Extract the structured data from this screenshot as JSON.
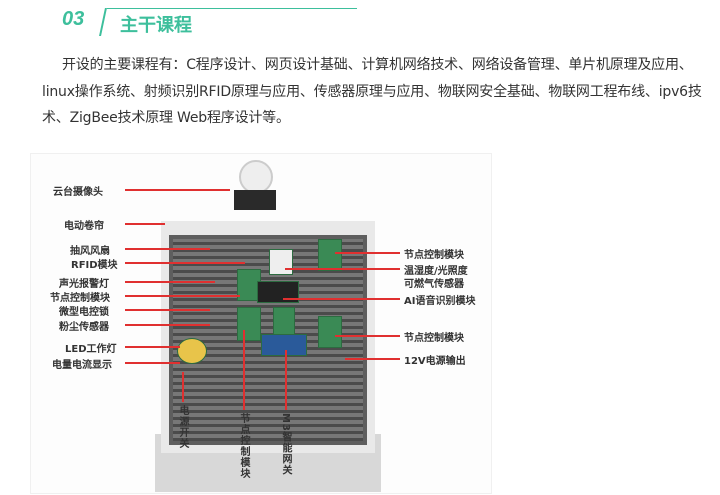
{
  "section": {
    "number": "03",
    "title": "主干课程"
  },
  "paragraph": "开设的主要课程有：C程序设计、网页设计基础、计算机网络技术、网络设备管理、单片机原理及应用、linux操作系统、射频识别RFID原理与应用、传感器原理与应用、物联网安全基础、物联网工程布线、ipv6技术、ZigBee技术原理 Web程序设计等。",
  "figure": {
    "left_labels": [
      "云台摄像头",
      "电动卷帘",
      "抽风风扇",
      "RFID模块",
      "声光报警灯",
      "节点控制模块",
      "微型电控锁",
      "粉尘传感器",
      "LED工作灯",
      "电量电流显示"
    ],
    "right_labels": [
      "节点控制模块",
      "温湿度/光照度",
      "可燃气传感器",
      "AI语音识别模块",
      "节点控制模块",
      "12V电源输出"
    ],
    "bottom_labels": [
      "电源开关",
      "节点控制模块",
      "M3智能网关"
    ]
  },
  "colors": {
    "accent": "#3dbf9c",
    "callout": "#e03030"
  }
}
